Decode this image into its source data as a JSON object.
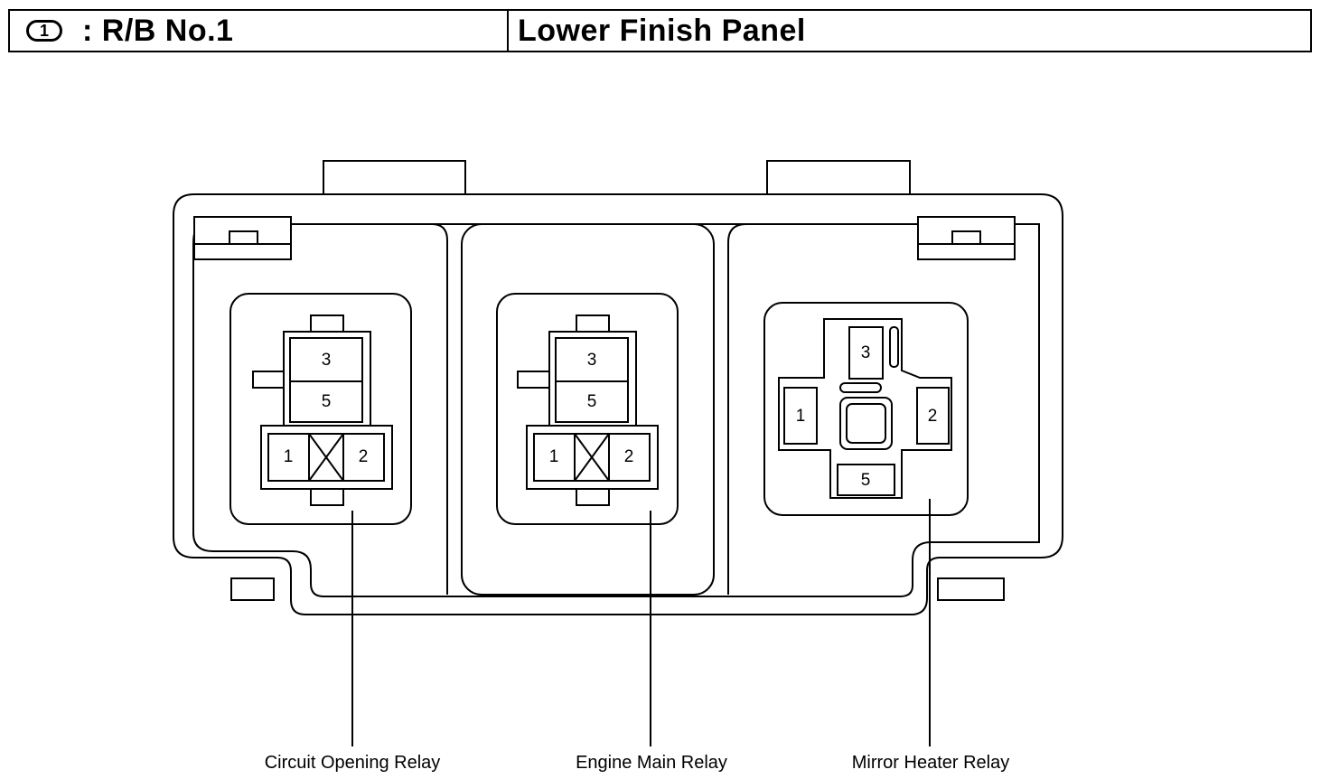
{
  "header": {
    "circle_number": "1",
    "location_code": ": R/B No.1",
    "location_name": "Lower Finish Panel"
  },
  "relays": [
    {
      "label": "Circuit Opening Relay",
      "pins": [
        "3",
        "5",
        "1",
        "2"
      ]
    },
    {
      "label": "Engine Main Relay",
      "pins": [
        "3",
        "5",
        "1",
        "2"
      ]
    },
    {
      "label": "Mirror Heater Relay",
      "pins": [
        "3",
        "1",
        "2",
        "5"
      ]
    }
  ]
}
